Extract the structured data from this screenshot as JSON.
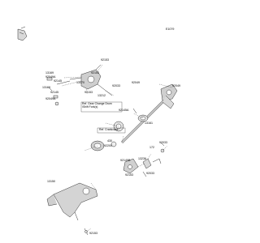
{
  "diagram": {
    "figure_code": "E1079",
    "references": {
      "gear_change_drum": "Ref. Gear Change Drum\n/Shift Fork(s)",
      "crankcase": "Ref. Crankcase"
    },
    "part_numbers": {
      "p1": "92153",
      "p2": "13169",
      "p3": "92049A",
      "p4": "92145",
      "p5": "13169",
      "p6": "92145",
      "p7": "92049A",
      "p8": "13070",
      "p9": "92153",
      "p10": "92153",
      "p11": "13212",
      "p12": "92033",
      "p13": "92049",
      "p14": "92145A",
      "p15": "13161",
      "p16": "92049",
      "p17": "430",
      "p18": "92200",
      "p19": "92145B",
      "p20": "13236",
      "p21": "92033",
      "p22": "172",
      "p23": "92033",
      "p24": "92153",
      "p25": "13150",
      "p26": "92153"
    }
  }
}
